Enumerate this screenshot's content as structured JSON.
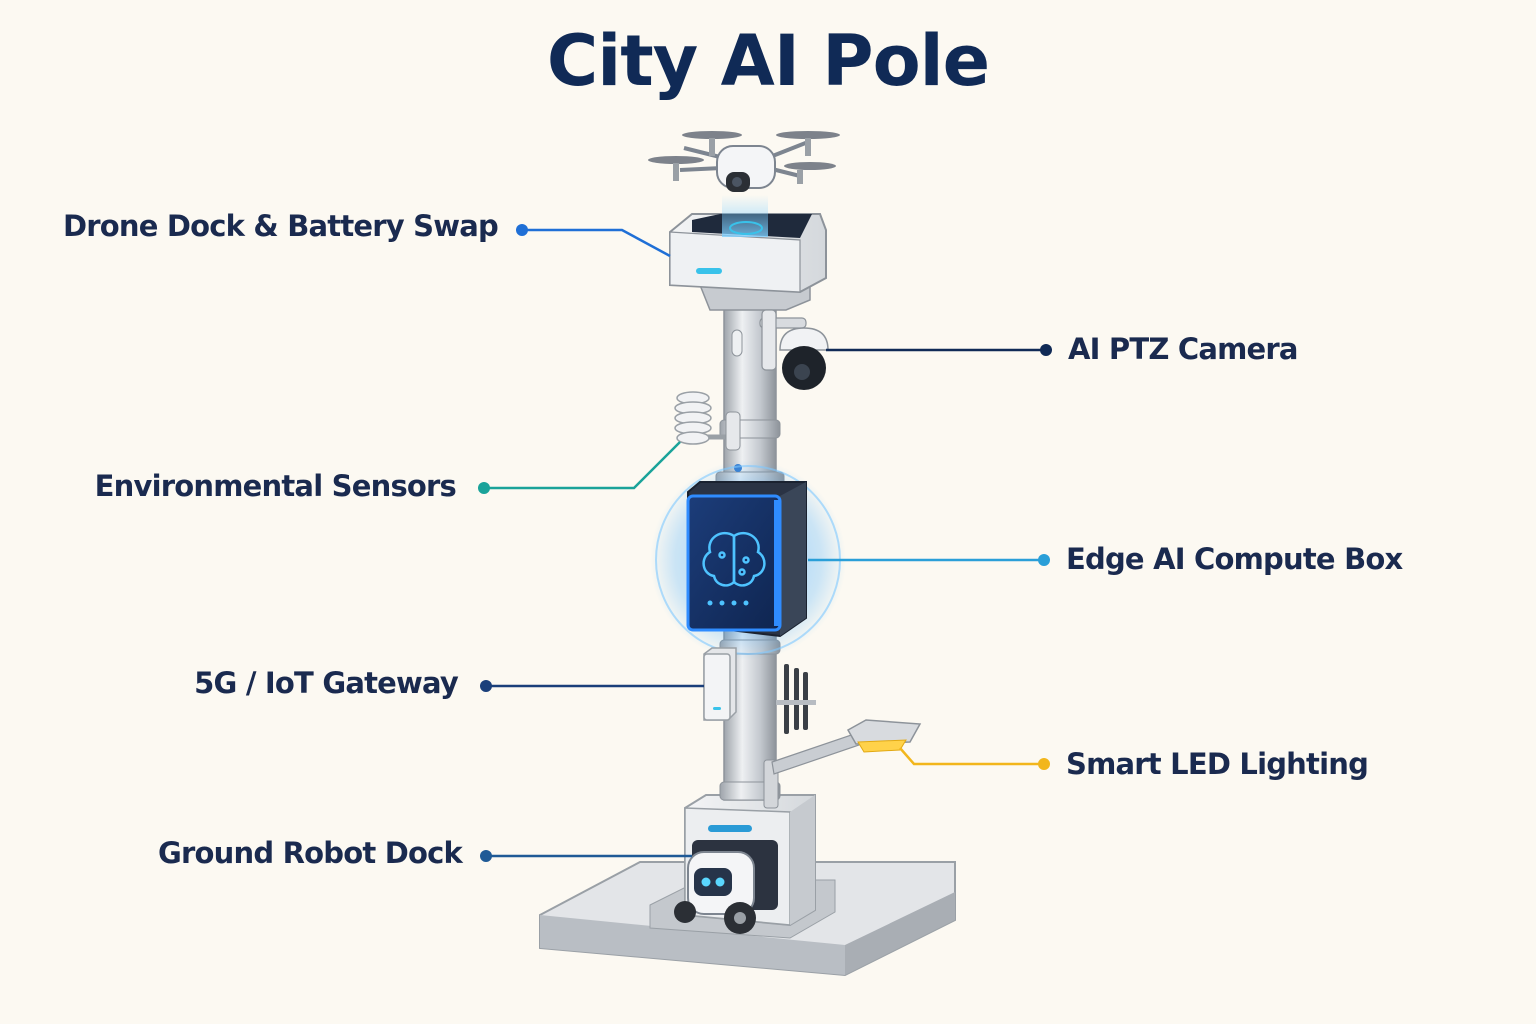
{
  "title": "City AI Pole",
  "colors": {
    "navy": "#102a56",
    "blue": "#1f6fd6",
    "teal": "#1aa39a",
    "yellow": "#f2b61c",
    "cyan_glow": "#3aa8ff",
    "pole_grey": "#c9cdd3"
  },
  "labels": {
    "drone_dock": {
      "text": "Drone Dock & Battery Swap",
      "color": "#1f6fd6"
    },
    "ptz_camera": {
      "text": "AI PTZ Camera",
      "color": "#102a56"
    },
    "env_sensors": {
      "text": "Environmental Sensors",
      "color": "#1aa39a"
    },
    "edge_ai": {
      "text": "Edge AI Compute Box",
      "color": "#2a9fd8"
    },
    "gateway": {
      "text": "5G / IoT Gateway",
      "color": "#1a3f7a"
    },
    "led": {
      "text": "Smart LED Lighting",
      "color": "#f2b61c"
    },
    "robot_dock": {
      "text": "Ground Robot Dock",
      "color": "#1f5a96"
    }
  },
  "icons": [
    "drone-icon",
    "drone-dock-icon",
    "ptz-camera-icon",
    "weather-sensor-icon",
    "ai-brain-icon",
    "gateway-icon",
    "antenna-icon",
    "street-lamp-icon",
    "ground-robot-icon"
  ]
}
